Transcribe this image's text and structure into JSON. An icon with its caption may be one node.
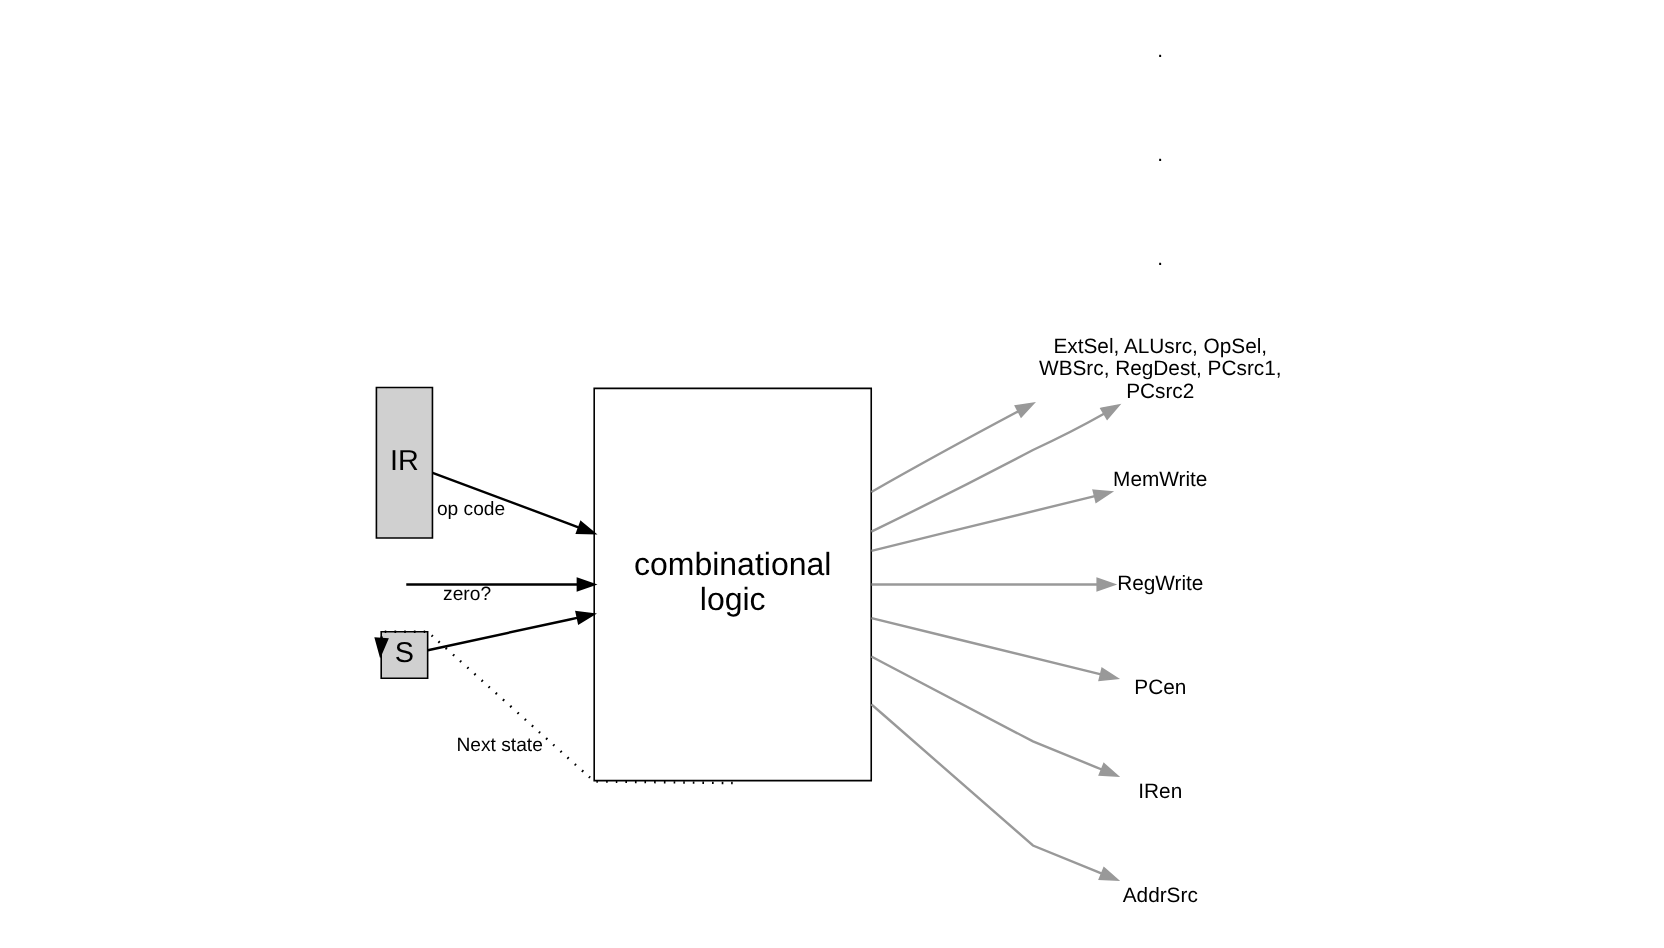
{
  "diagram": {
    "nodes": [
      {
        "text": [
          "IR"
        ]
      },
      {
        "text": [
          "combinational logic"
        ]
      },
      {
        "text": [
          "S"
        ]
      },
      {
        "text": [
          "ExtSel, ALUsrc, OpSel, WBSrc, RegDest, PCsrc1, PCsrc2"
        ]
      },
      {
        "text": [
          "MemWrite"
        ]
      },
      {
        "text": [
          "RegWrite"
        ]
      },
      {
        "text": [
          "PCen"
        ]
      },
      {
        "text": [
          "IRen"
        ]
      },
      {
        "text": [
          "AddrSrc"
        ]
      }
    ],
    "edges": [
      {
        "from": 0,
        "to": 1,
        "arrow": "to",
        "label": "op code",
        "color": "#000000"
      },
      {
        "from": null,
        "to": 1,
        "arrow": "to",
        "label": "zero?",
        "color": "#000000"
      },
      {
        "from": 2,
        "to": 1,
        "arrow": "to",
        "color": "#000000"
      },
      {
        "from": 1,
        "to": 2,
        "arrow": "to",
        "label": "Next state",
        "style": "dashed",
        "color": "#000000"
      },
      {
        "from": 1,
        "to": 3,
        "arrow": "to"
      },
      {
        "from": 1,
        "to": 3,
        "arrow": "to"
      },
      {
        "from": 1,
        "to": 4,
        "arrow": "to"
      },
      {
        "from": 1,
        "to": 5,
        "arrow": "to"
      },
      {
        "from": 1,
        "to": 6,
        "arrow": "to"
      },
      {
        "from": 1,
        "to": 7,
        "arrow": "to"
      },
      {
        "from": 1,
        "to": 8,
        "arrow": "to"
      }
    ],
    "labels": [
      ".",
      ".",
      "."
    ]
  }
}
